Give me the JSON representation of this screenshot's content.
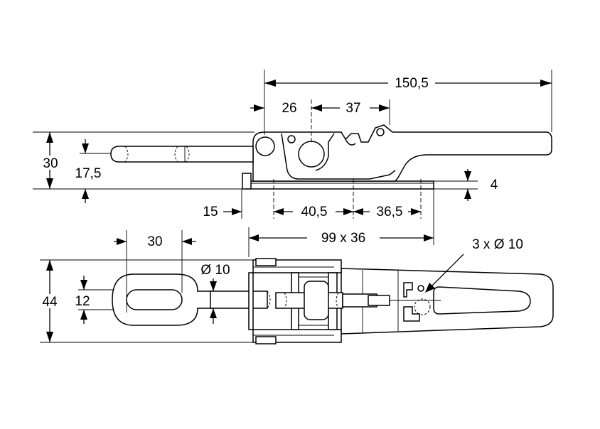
{
  "dimensions": {
    "overall_length": "150,5",
    "pivot_to_hole": "26",
    "hole_to_hook": "37",
    "height": "30",
    "eye_offset": "17,5",
    "base_thickness": "4",
    "base_start": "15",
    "base_hole_spacing": "40,5",
    "base_hole_end": "36,5",
    "base_plate": "99 x 36",
    "eye_length": "30",
    "rod_diameter": "Ø 10",
    "width": "44",
    "eye_width": "12",
    "mount_holes": "3 x Ø 10"
  }
}
